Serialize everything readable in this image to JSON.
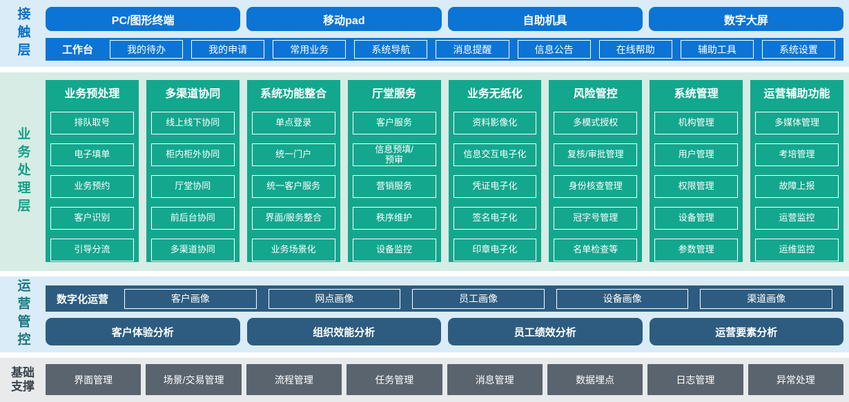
{
  "colors": {
    "bright_blue": "#0b74d4",
    "light_blue_band": "#d9ecf8",
    "teal_green": "#13a78e",
    "light_green_band": "#d6ece4",
    "dark_blue": "#2d5c80",
    "gray_box": "#5a646e",
    "light_gray_band": "#e8eaec",
    "contact_label_color": "#0b6fca",
    "business_label_color": "#12a086",
    "ops_label_color": "#1d7580",
    "foundation_label_color": "#3a434c"
  },
  "contact_layer": {
    "label": "接触层",
    "terminals": [
      "PC/图形终端",
      "移动pad",
      "自助机具",
      "数字大屏"
    ],
    "workbench": {
      "label": "工作台",
      "items": [
        "我的待办",
        "我的申请",
        "常用业务",
        "系统导航",
        "消息提醒",
        "信息公告",
        "在线帮助",
        "辅助工具",
        "系统设置"
      ]
    }
  },
  "business_layer": {
    "label": "业务处理层",
    "columns": [
      {
        "title": "业务预处理",
        "items": [
          "排队取号",
          "电子填单",
          "业务预约",
          "客户识别",
          "引导分流"
        ]
      },
      {
        "title": "多渠道协同",
        "items": [
          "线上线下协同",
          "柜内柜外协同",
          "厅堂协同",
          "前后台协同",
          "多渠道协同"
        ]
      },
      {
        "title": "系统功能整合",
        "items": [
          "单点登录",
          "统一门户",
          "统一客户服务",
          "界面/服务整合",
          "业务场景化"
        ]
      },
      {
        "title": "厅堂服务",
        "items": [
          "客户服务",
          "信息预填/\n预审",
          "营销服务",
          "秩序维护",
          "设备监控"
        ]
      },
      {
        "title": "业务无纸化",
        "items": [
          "资料影像化",
          "信息交互电子化",
          "凭证电子化",
          "签名电子化",
          "印章电子化"
        ]
      },
      {
        "title": "风险管控",
        "items": [
          "多模式授权",
          "复核/审批管理",
          "身份核查管理",
          "冠字号管理",
          "名单检查等"
        ]
      },
      {
        "title": "系统管理",
        "items": [
          "机构管理",
          "用户管理",
          "权限管理",
          "设备管理",
          "参数管理"
        ]
      },
      {
        "title": "运营辅助功能",
        "items": [
          "多媒体管理",
          "考培管理",
          "故障上报",
          "运营监控",
          "运维监控"
        ]
      }
    ]
  },
  "operations_layer": {
    "label": "运营管控",
    "digital_ops": {
      "label": "数字化运营",
      "items": [
        "客户画像",
        "网点画像",
        "员工画像",
        "设备画像",
        "渠道画像"
      ]
    },
    "analysis": [
      "客户体验分析",
      "组织效能分析",
      "员工绩效分析",
      "运营要素分析"
    ]
  },
  "foundation_layer": {
    "label_line1": "基础",
    "label_line2": "支撑",
    "items": [
      "界面管理",
      "场景/交易管理",
      "流程管理",
      "任务管理",
      "消息管理",
      "数据埋点",
      "日志管理",
      "异常处理"
    ]
  }
}
